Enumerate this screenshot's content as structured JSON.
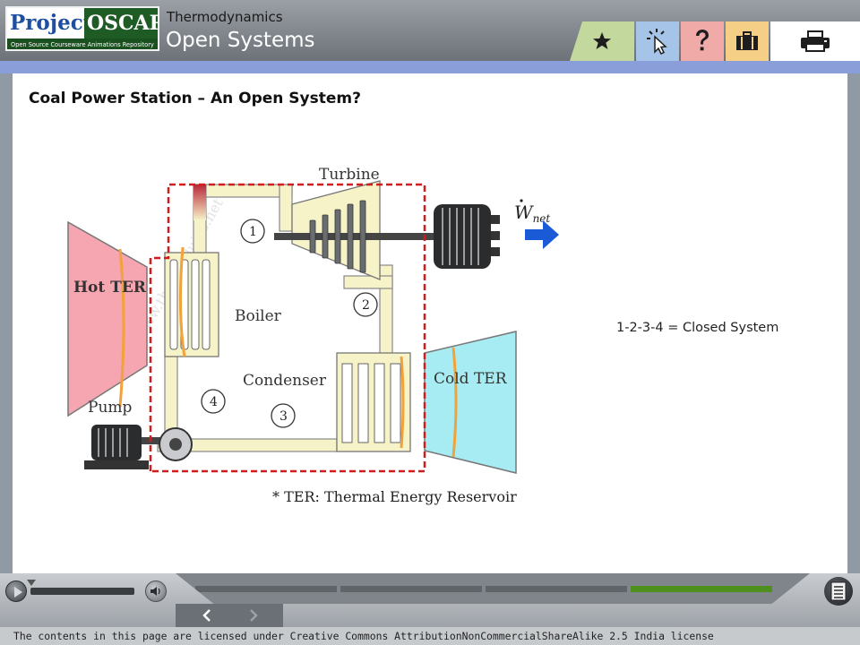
{
  "header": {
    "logo": {
      "line1": "Project",
      "line2": "OSCAR",
      "tagline": "Open Source Courseware Animations Repository"
    },
    "subject": "Thermodynamics",
    "title": "Open Systems"
  },
  "toolbar": {
    "colors": {
      "star": "#c3d89d",
      "cursor": "#a6c4e8",
      "help": "#f0aaa8",
      "kit": "#f6cf86",
      "print": "#ffffff"
    },
    "icons": [
      "star-icon",
      "cursor-icon",
      "help-icon",
      "briefcase-icon",
      "printer-icon"
    ]
  },
  "content": {
    "title": "Coal Power Station – An Open System?",
    "caption": "1-2-3-4 = Closed System",
    "diagram": {
      "labels": {
        "turbine": "Turbine",
        "w_net_main": "W",
        "w_net_sub": "net",
        "hot_ter": "Hot TER",
        "boiler": "Boiler",
        "condenser": "Condenser",
        "cold_ter": "Cold TER",
        "pump": "Pump",
        "footnote": "* TER: Thermal Energy Reservoir"
      },
      "states": [
        "1",
        "2",
        "3",
        "4"
      ],
      "watermark": "www.thermofluids.net"
    }
  },
  "player": {
    "segments": [
      {
        "color": "#5e6468",
        "state": "done"
      },
      {
        "color": "#5e6468",
        "state": "done"
      },
      {
        "color": "#5e6468",
        "state": "done"
      },
      {
        "color": "#4f8f1e",
        "state": "current"
      }
    ]
  },
  "footer": {
    "license": "The contents in this page are licensed under Creative Commons AttributionNonCommercialShareAlike 2.5 India license"
  }
}
